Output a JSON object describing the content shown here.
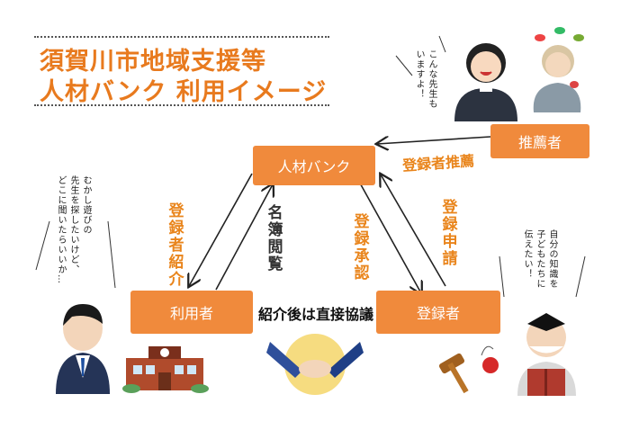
{
  "title": {
    "line1": "須賀川市地域支援等",
    "line2": "人材バンク 利用イメージ"
  },
  "nodes": {
    "bank": "人材バンク",
    "recommender": "推薦者",
    "user": "利用者",
    "registrant": "登録者"
  },
  "edges": {
    "recommend": "登録者推薦",
    "introduce": "登録者紹介",
    "browse": "名簿閲覧",
    "approve": "登録承認",
    "apply": "登録申請"
  },
  "center_note": "紹介後は直接協議",
  "speech": {
    "teacher": "こんな先生も\nいますよ！",
    "user": "むかし遊びの\n先生を探したいけど、\nどこに聞いたらいいか…",
    "elder": "自分の知識を\n子どもたちに\n伝えたい！"
  },
  "colors": {
    "box": "#f08a3c",
    "title": "#e87a1e",
    "label": "#e9851c"
  }
}
